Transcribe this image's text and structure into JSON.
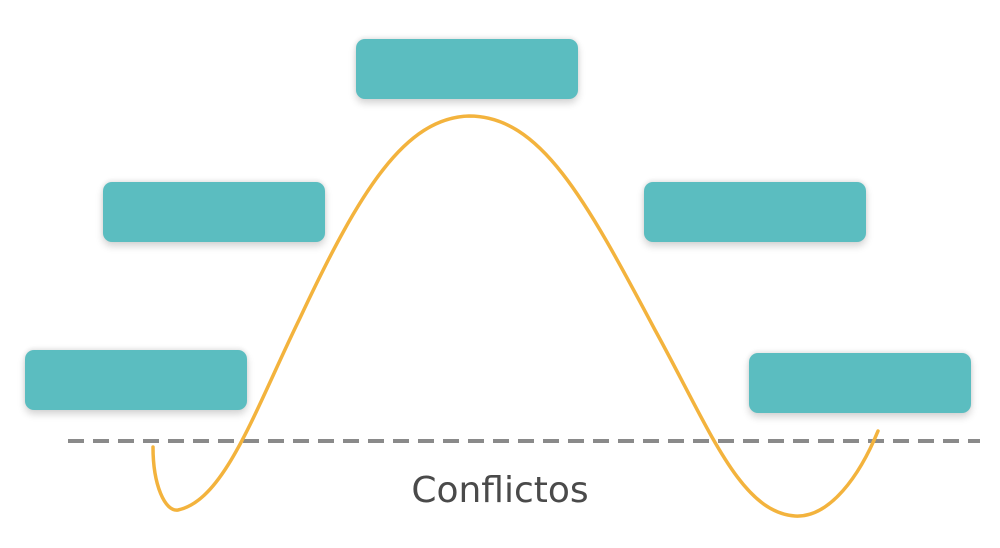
{
  "caption": "Conflictos",
  "boxes": [
    {
      "id": "box-lower-left",
      "text": ""
    },
    {
      "id": "box-upper-left",
      "text": ""
    },
    {
      "id": "box-peak",
      "text": ""
    },
    {
      "id": "box-upper-right",
      "text": ""
    },
    {
      "id": "box-lower-right",
      "text": ""
    }
  ],
  "colors": {
    "box_fill": "#5bbdc0",
    "curve": "#f3b33d",
    "baseline": "#8a8a8a",
    "caption": "#4a4a4a"
  }
}
